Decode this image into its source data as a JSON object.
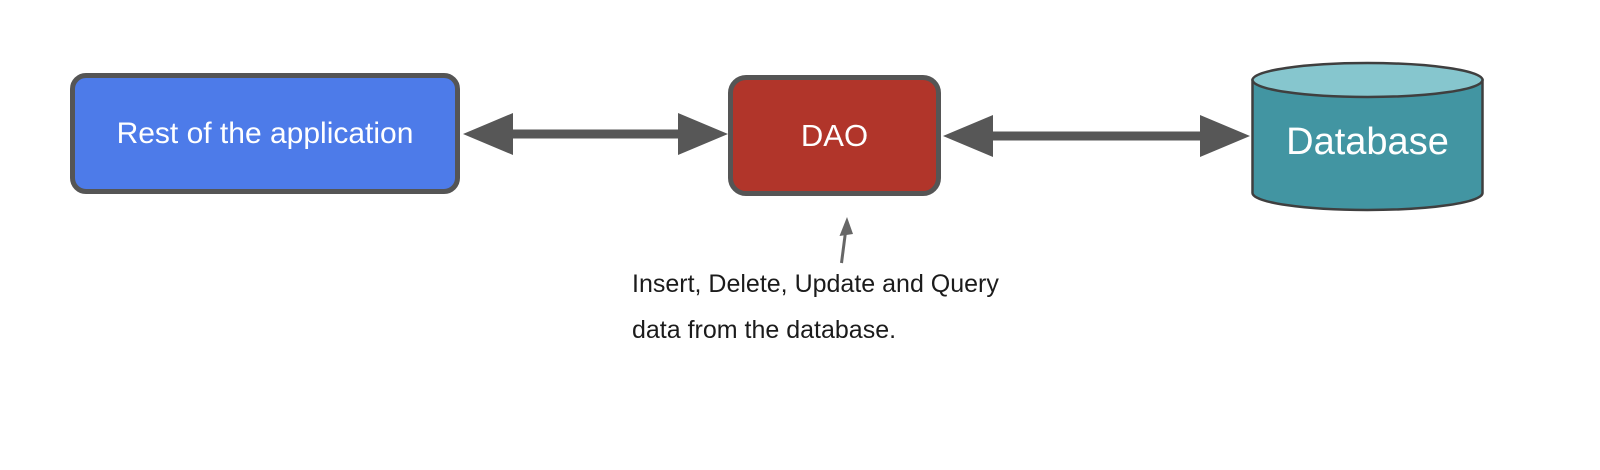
{
  "diagram": {
    "title_hint": "DAO pattern diagram",
    "nodes": {
      "application": {
        "label": "Rest of the application",
        "shape": "rounded-rect"
      },
      "dao": {
        "label": "DAO",
        "shape": "rounded-rect"
      },
      "database": {
        "label": "Database",
        "shape": "cylinder"
      }
    },
    "annotation": {
      "line1": "Insert, Delete, Update and Query",
      "line2": "data from the database."
    }
  },
  "colors": {
    "border": "#555555",
    "arrow": "#575757",
    "arrow_small": "#666666",
    "app_fill": "#4D7BE9",
    "dao_fill": "#B1352A",
    "db_fill": "#4295A2",
    "db_top_fill": "#86C6CE",
    "db_stroke": "#3F3F3F",
    "node_text": "#FFFFFF",
    "annotation_text": "#1B1B1B"
  }
}
